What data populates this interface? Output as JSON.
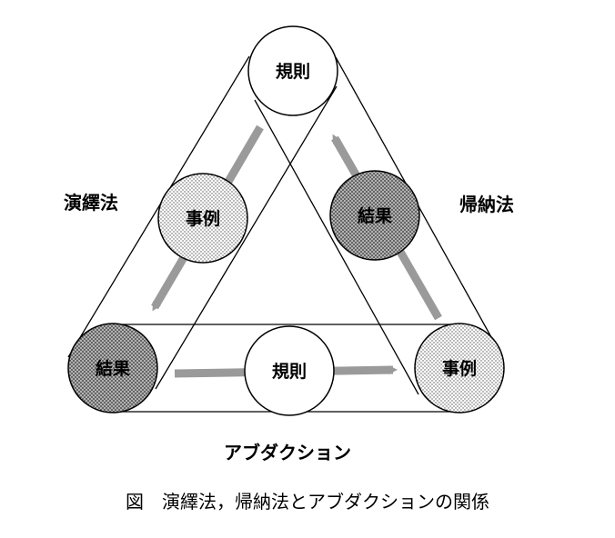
{
  "nodes": {
    "top_rule": "規則",
    "left_case": "事例",
    "right_result": "結果",
    "bottom_left_result": "結果",
    "bottom_center_rule": "規則",
    "bottom_right_case": "事例"
  },
  "labels": {
    "deduction": "演繹法",
    "induction": "帰納法",
    "abduction": "アブダクション"
  },
  "caption": "図　演繹法，帰納法とアブダクションの関係",
  "colors": {
    "line": "#000000",
    "arrow": "#9a9a9a",
    "node_fill": "#ffffff"
  }
}
